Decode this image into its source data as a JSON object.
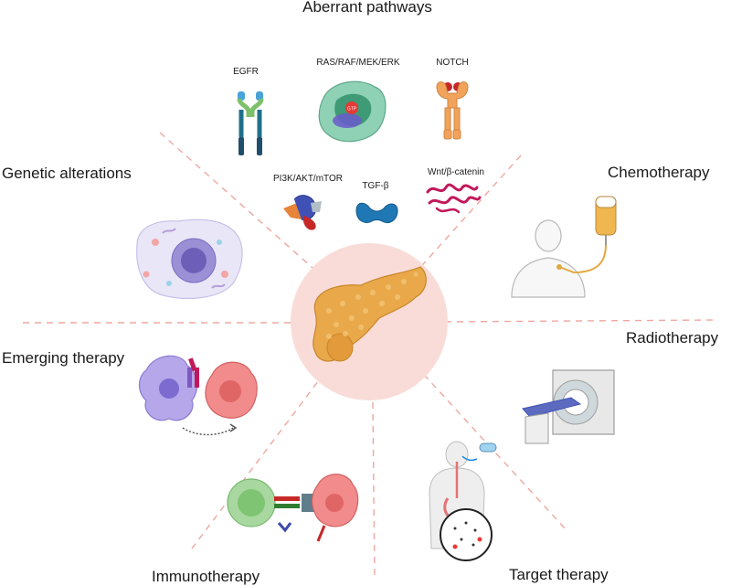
{
  "center": {
    "organ_icon": "pancreas-icon"
  },
  "sections": {
    "aberrant_pathways": "Aberrant pathways",
    "genetic_alterations": "Genetic alterations",
    "chemotherapy": "Chemotherapy",
    "emerging_therapy": "Emerging therapy",
    "radiotherapy": "Radiotherapy",
    "immunotherapy": "Immunotherapy",
    "target_therapy": "Target therapy"
  },
  "pathways": {
    "egfr": "EGFR",
    "ras": "RAS/RAF/MEK/ERK",
    "notch": "NOTCH",
    "pi3k": "PI3K/AKT/mTOR",
    "tgfb": "TGF-β",
    "wnt": "Wnt/β-catenin",
    "gtp": "GTP"
  },
  "colors": {
    "center_fill": "#f9dcd8",
    "divider": "#eea7a0",
    "pancreas": "#e9a94a",
    "cell_green": "#8fd1b5",
    "receptor_blue": "#1f6f8c",
    "notch_orange": "#f2a35b",
    "tgfb_blue": "#1f78b4",
    "wnt_pink": "#c2185b",
    "tumor_red": "#f08080",
    "dendritic_purple": "#a99ae0"
  }
}
